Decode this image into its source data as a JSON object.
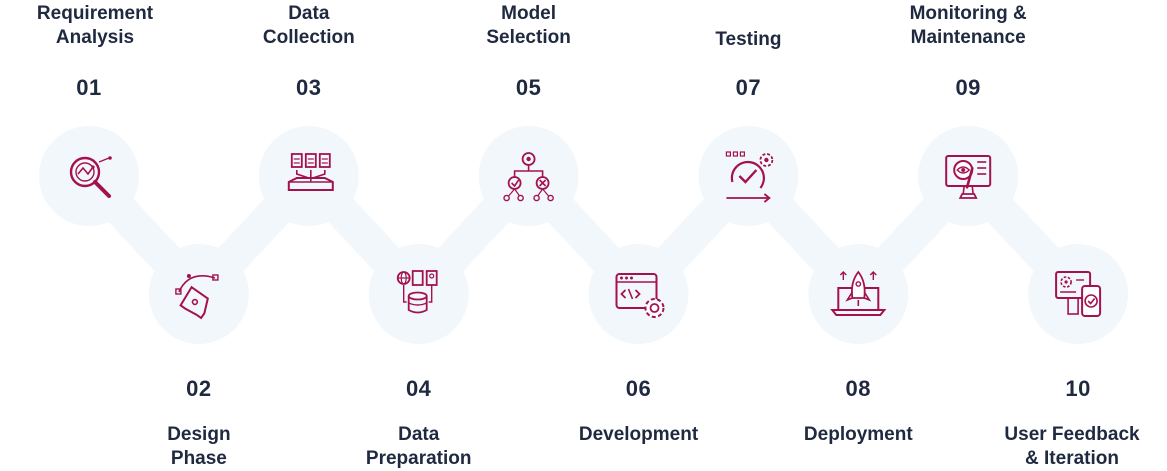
{
  "theme": {
    "text_color": "#1f2940",
    "icon_color": "#a3124f",
    "circle_color": "#f2f7fc",
    "connector_color": "#f2f7fc"
  },
  "steps": [
    {
      "number": "01",
      "title": "Requirement\nAnalysis",
      "icon": "analysis-magnifier-icon"
    },
    {
      "number": "02",
      "title": "Design\nPhase",
      "icon": "pen-tool-icon"
    },
    {
      "number": "03",
      "title": "Data\nCollection",
      "icon": "documents-to-tray-icon"
    },
    {
      "number": "04",
      "title": "Data\nPreparation",
      "icon": "data-preparation-icon"
    },
    {
      "number": "05",
      "title": "Model\nSelection",
      "icon": "model-selection-icon"
    },
    {
      "number": "06",
      "title": "Development",
      "icon": "code-window-gear-icon"
    },
    {
      "number": "07",
      "title": "Testing",
      "icon": "testing-cycle-icon"
    },
    {
      "number": "08",
      "title": "Deployment",
      "icon": "rocket-laptop-icon"
    },
    {
      "number": "09",
      "title": "Monitoring &\nMaintenance",
      "icon": "monitoring-eye-icon"
    },
    {
      "number": "10",
      "title": "User Feedback\n& Iteration",
      "icon": "feedback-devices-icon"
    }
  ]
}
